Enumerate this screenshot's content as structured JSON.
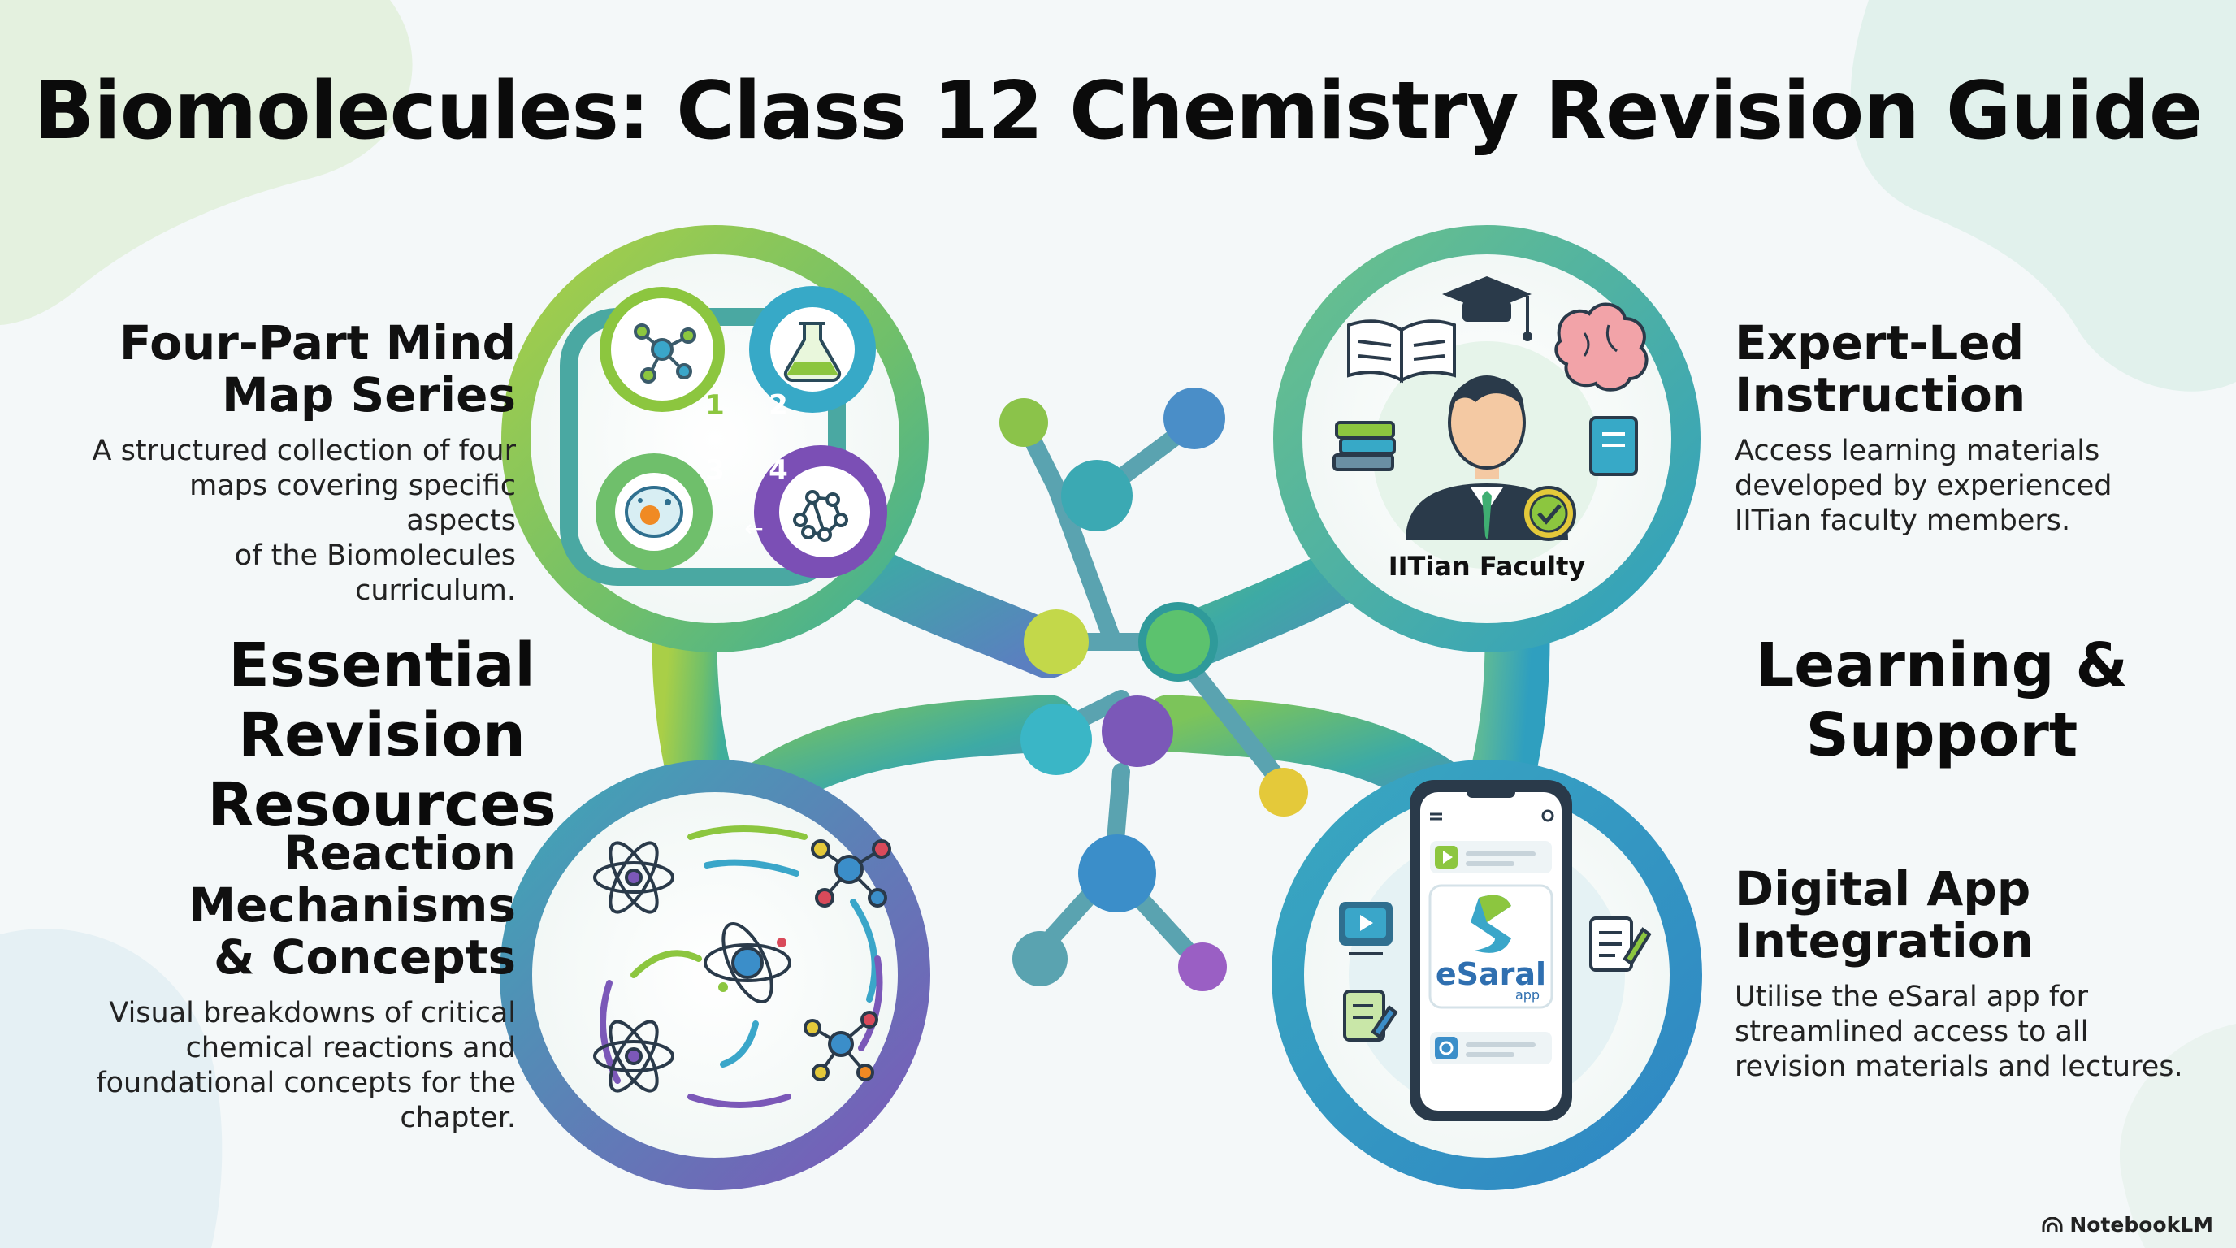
{
  "title": "Biomolecules: Class 12 Chemistry Revision Guide",
  "sections": {
    "left": [
      "Essential Revision",
      "Resources"
    ],
    "right": [
      "Learning &",
      "Support"
    ]
  },
  "blocks": {
    "mind_map": {
      "heading": [
        "Four-Part Mind",
        "Map Series"
      ],
      "body": [
        "A structured collection of four",
        "maps covering specific aspects",
        "of the Biomolecules curriculum."
      ]
    },
    "reactions": {
      "heading": [
        "Reaction",
        "Mechanisms",
        "& Concepts"
      ],
      "body": [
        "Visual breakdowns of critical",
        "chemical reactions and",
        "foundational concepts for the",
        "chapter."
      ]
    },
    "expert": {
      "heading": [
        "Expert-Led",
        "Instruction"
      ],
      "body": [
        "Access learning materials",
        "developed by experienced",
        "IITian faculty members."
      ]
    },
    "app": {
      "heading": [
        "Digital App",
        "Integration"
      ],
      "body": [
        "Utilise the eSaral app for",
        "streamlined access to all",
        "revision materials and lectures."
      ]
    }
  },
  "diagram": {
    "mind_map_numbers": [
      "1",
      "2",
      "3",
      "4"
    ],
    "faculty_label": "IITian Faculty",
    "app_logo_text": "eSaral",
    "app_logo_sub": "app",
    "icons": [
      "molecule-icon",
      "flask-icon",
      "cell-icon",
      "network-icon",
      "book-icon",
      "graduation-cap-icon",
      "brain-icon",
      "books-stack-icon",
      "notebook-icon",
      "teacher-avatar-icon",
      "verified-badge-icon",
      "atom-icon",
      "video-icon",
      "document-edit-icon",
      "notes-icon",
      "phone-icon"
    ]
  },
  "watermark": "NotebookLM",
  "colors": {
    "green": "#8cc63f",
    "teal": "#3aa6b9",
    "blue": "#2f8fc7",
    "purple": "#7b4fb5",
    "yellow": "#e2c93a",
    "dark": "#2a3a4a"
  }
}
